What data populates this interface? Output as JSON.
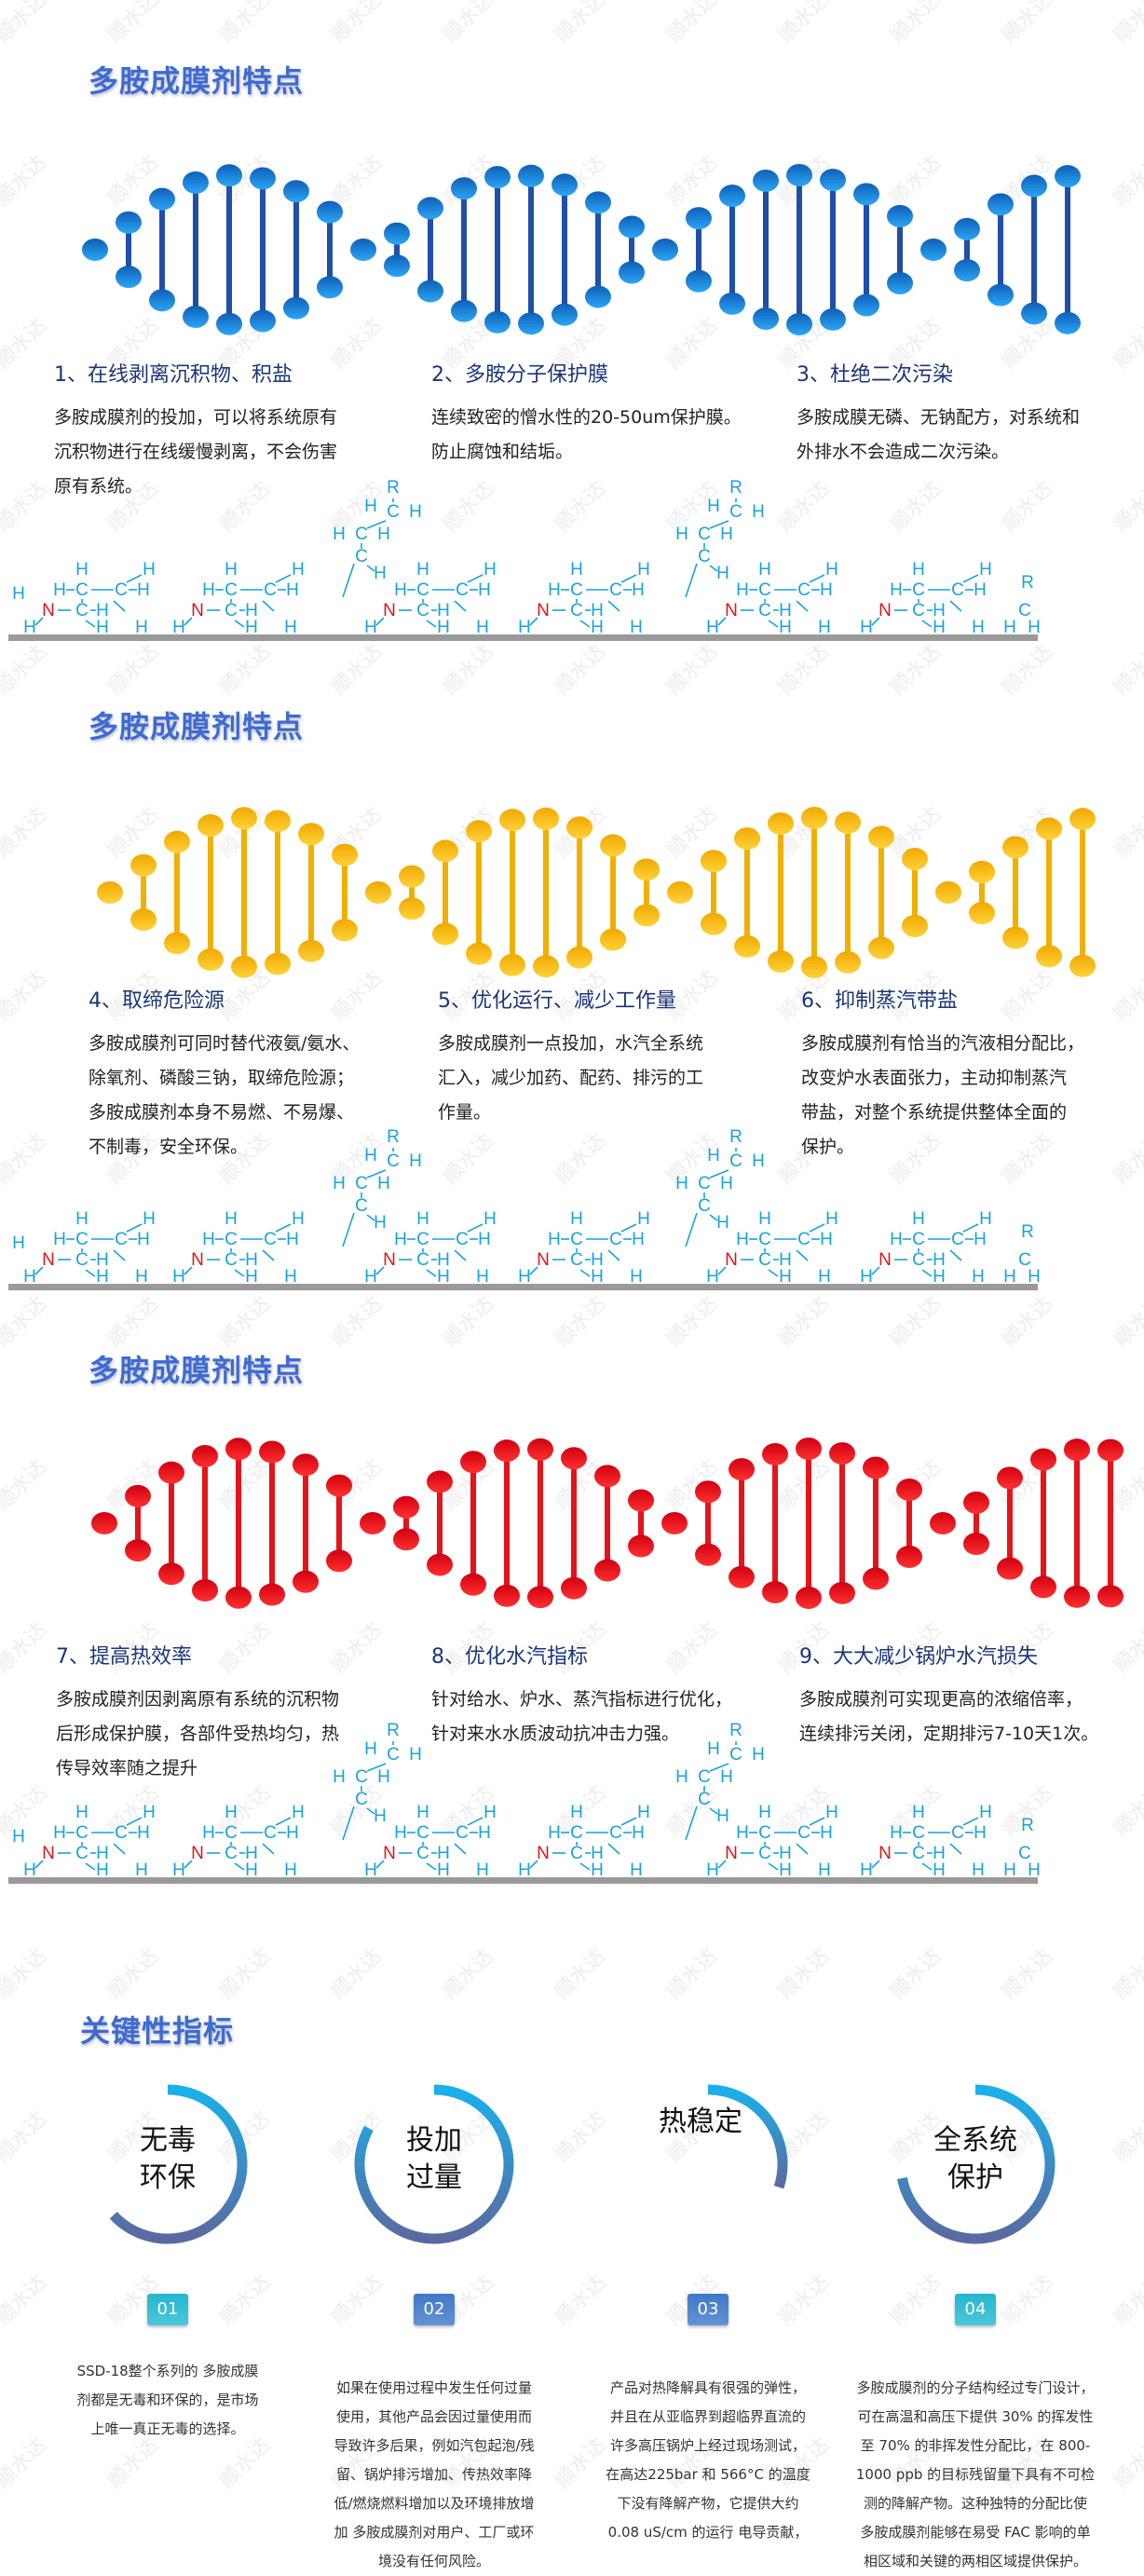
{
  "watermark": "顺水达",
  "colors": {
    "title": "#3d6bd0",
    "heading": "#1b3576",
    "dna_blue": "#1a7fd8",
    "dna_yellow": "#f5b800",
    "dna_red": "#e8141b",
    "molecule": "#1aa3d9",
    "nitrogen": "#e0141b"
  },
  "molecule": {
    "h": "H",
    "c": "C",
    "n": "N",
    "r": "R"
  },
  "sections": [
    {
      "title": "多胺成膜剂特点",
      "dna_color": "blue",
      "features": [
        {
          "heading": "1、在线剥离沉积物、积盐",
          "lines": [
            "多胺成膜剂的投加，可以将系统原有",
            "沉积物进行在线缓慢剥离，不会伤害",
            "原有系统。"
          ]
        },
        {
          "heading": "2、多胺分子保护膜",
          "lines": [
            "连续致密的憎水性的20-50um保护膜。",
            "防止腐蚀和结垢。"
          ]
        },
        {
          "heading": "3、杜绝二次污染",
          "lines": [
            "多胺成膜无磷、无钠配方，对系统和",
            "外排水不会造成二次污染。"
          ]
        }
      ]
    },
    {
      "title": "多胺成膜剂特点",
      "dna_color": "yellow",
      "features": [
        {
          "heading": "4、取缔危险源",
          "lines": [
            "多胺成膜剂可同时替代液氨/氨水、",
            "除氧剂、磷酸三钠，取缔危险源；",
            "多胺成膜剂本身不易燃、不易爆、",
            "不制毒，安全环保。"
          ]
        },
        {
          "heading": "5、优化运行、减少工作量",
          "lines": [
            "多胺成膜剂一点投加，水汽全系统",
            "汇入，减少加药、配药、排污的工",
            "作量。"
          ]
        },
        {
          "heading": "6、抑制蒸汽带盐",
          "lines": [
            "多胺成膜剂有恰当的汽液相分配比，",
            "改变炉水表面张力，主动抑制蒸汽",
            "带盐，对整个系统提供整体全面的",
            "保护。"
          ]
        }
      ]
    },
    {
      "title": "多胺成膜剂特点",
      "dna_color": "red",
      "features": [
        {
          "heading": "7、提高热效率",
          "lines": [
            "多胺成膜剂因剥离原有系统的沉积物",
            "后形成保护膜，各部件受热均匀，热",
            "传导效率随之提升"
          ]
        },
        {
          "heading": "8、优化水汽指标",
          "lines": [
            "针对给水、炉水、蒸汽指标进行优化，",
            "针对来水水质波动抗冲击力强。"
          ]
        },
        {
          "heading": "9、大大减少锅炉水汽损失",
          "lines": [
            "多胺成膜剂可实现更高的浓缩倍率，",
            "连续排污关闭，定期排污7-10天1次。"
          ]
        }
      ]
    }
  ],
  "key": {
    "title": "关键性指标",
    "items": [
      {
        "label_lines": [
          "无毒",
          "环保"
        ],
        "badge": "01",
        "arc_fraction": 0.63,
        "badge_color": "#22b8d0",
        "lines": [
          "SSD-18整个系列的 多胺成膜",
          "剂都是无毒和环保的，是市场",
          "上唯一真正无毒的选择。"
        ]
      },
      {
        "label_lines": [
          "投加",
          "过量"
        ],
        "badge": "02",
        "arc_fraction": 0.83,
        "badge_color": "#3f78c8",
        "lines": [
          "如果在使用过程中发生任何过量",
          "使用，其他产品会因过量使用而",
          "导致许多后果，例如汽包起泡/残",
          "留、锅炉排污增加、传热效率降",
          "低/燃烧燃料增加以及环境排放增",
          "加 多胺成膜剂对用户、工厂或环",
          "境没有任何风险。"
        ]
      },
      {
        "label_lines": [
          "热稳定"
        ],
        "badge": "03",
        "arc_fraction": 0.3,
        "badge_color": "#3f78c8",
        "lines": [
          "产品对热降解具有很强的弹性，",
          "并且在从亚临界到超临界直流的",
          "许多高压锅炉上经过现场测试，",
          "在高达225bar 和  566°C 的温度",
          "下没有降解产物，它提供大约",
          "0.08 uS/cm 的运行 电导贡献，"
        ]
      },
      {
        "label_lines": [
          "全系统",
          "保护"
        ],
        "badge": "04",
        "arc_fraction": 0.72,
        "badge_color": "#22b8d0",
        "lines": [
          "多胺成膜剂的分子结构经过专门设计，",
          "可在高温和高压下提供 30% 的挥发性",
          "至 70% 的非挥发性分配比，在 800-",
          "1000 ppb 的目标残留量下具有不可检",
          "测的降解产物。这种独特的分配比使",
          "多胺成膜剂能够在易受 FAC 影响的单",
          "相区域和关键的两相区域提供保护。"
        ]
      }
    ]
  }
}
